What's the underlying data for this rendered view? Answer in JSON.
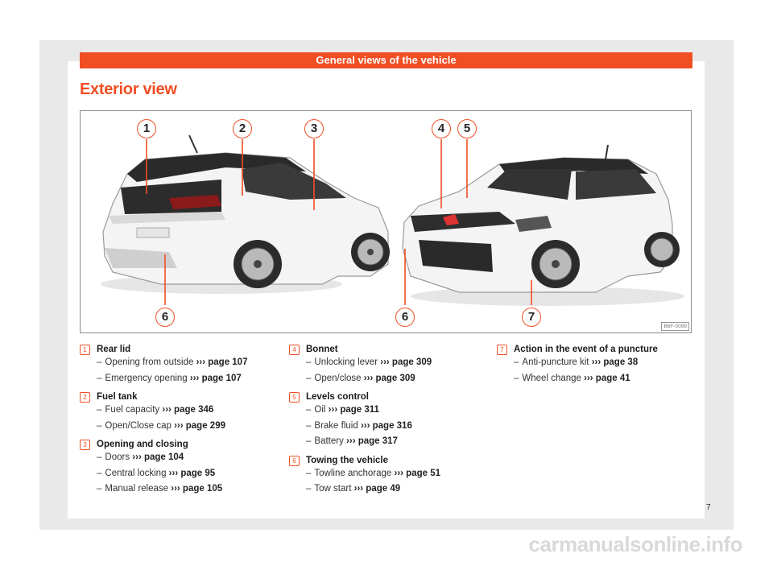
{
  "header": {
    "section_title": "General views of the vehicle"
  },
  "page_title": "Exterior view",
  "figure": {
    "code": "B6F-0099",
    "callouts": [
      "1",
      "2",
      "3",
      "4",
      "5",
      "6",
      "6",
      "7"
    ]
  },
  "items": [
    {
      "num": "1",
      "title": "Rear lid",
      "subs": [
        {
          "text": "Opening from outside",
          "ref": "››› page 107"
        },
        {
          "text": "Emergency opening",
          "ref": "››› page 107"
        }
      ]
    },
    {
      "num": "2",
      "title": "Fuel tank",
      "subs": [
        {
          "text": "Fuel capacity",
          "ref": "››› page 346"
        },
        {
          "text": "Open/Close cap",
          "ref": "››› page 299"
        }
      ]
    },
    {
      "num": "3",
      "title": "Opening and closing",
      "subs": [
        {
          "text": "Doors",
          "ref": "››› page 104"
        },
        {
          "text": "Central locking",
          "ref": "››› page 95"
        },
        {
          "text": "Manual release",
          "ref": "››› page 105"
        }
      ]
    },
    {
      "num": "4",
      "title": "Bonnet",
      "subs": [
        {
          "text": "Unlocking lever",
          "ref": "››› page 309"
        },
        {
          "text": "Open/close",
          "ref": "››› page 309"
        }
      ]
    },
    {
      "num": "5",
      "title": "Levels control",
      "subs": [
        {
          "text": "Oil",
          "ref": "››› page 311"
        },
        {
          "text": "Brake fluid",
          "ref": "››› page 316"
        },
        {
          "text": "Battery",
          "ref": "››› page 317"
        }
      ]
    },
    {
      "num": "6",
      "title": "Towing the vehicle",
      "subs": [
        {
          "text": "Towline anchorage",
          "ref": "››› page 51"
        },
        {
          "text": "Tow start",
          "ref": "››› page 49"
        }
      ]
    },
    {
      "num": "7",
      "title": "Action in the event of a puncture",
      "subs": [
        {
          "text": "Anti-puncture kit",
          "ref": "››› page 38"
        },
        {
          "text": "Wheel change",
          "ref": "››› page 41"
        }
      ]
    }
  ],
  "page_number": "7",
  "watermark": "carmanualsonline.info",
  "colors": {
    "accent": "#f04e23"
  }
}
